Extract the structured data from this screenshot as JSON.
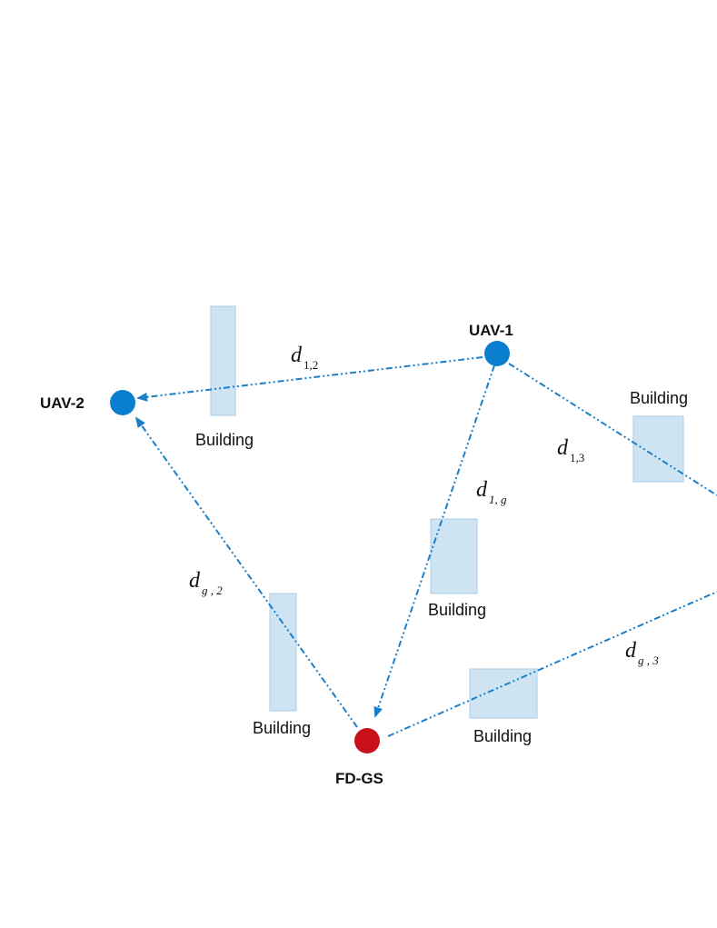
{
  "nodes": {
    "uav1": {
      "label": "UAV-1",
      "color": "#0a7fd0"
    },
    "uav2": {
      "label": "UAV-2",
      "color": "#0a7fd0"
    },
    "gs": {
      "label": "FD-GS",
      "color": "#c8101a"
    }
  },
  "buildings": {
    "b1": "Building",
    "b2": "Building",
    "b3": "Building",
    "b4": "Building",
    "b5": "Building"
  },
  "distances": {
    "d12": {
      "main": "d",
      "sub": "1,2"
    },
    "d13": {
      "main": "d",
      "sub": "1,3"
    },
    "d1g": {
      "main": "d",
      "sub": "1, g"
    },
    "dg2": {
      "main": "d",
      "sub": "g , 2"
    },
    "dg3": {
      "main": "d",
      "sub": "g , 3"
    }
  },
  "colors": {
    "link": "#1a7fc8",
    "building": "#cfe4f3"
  }
}
